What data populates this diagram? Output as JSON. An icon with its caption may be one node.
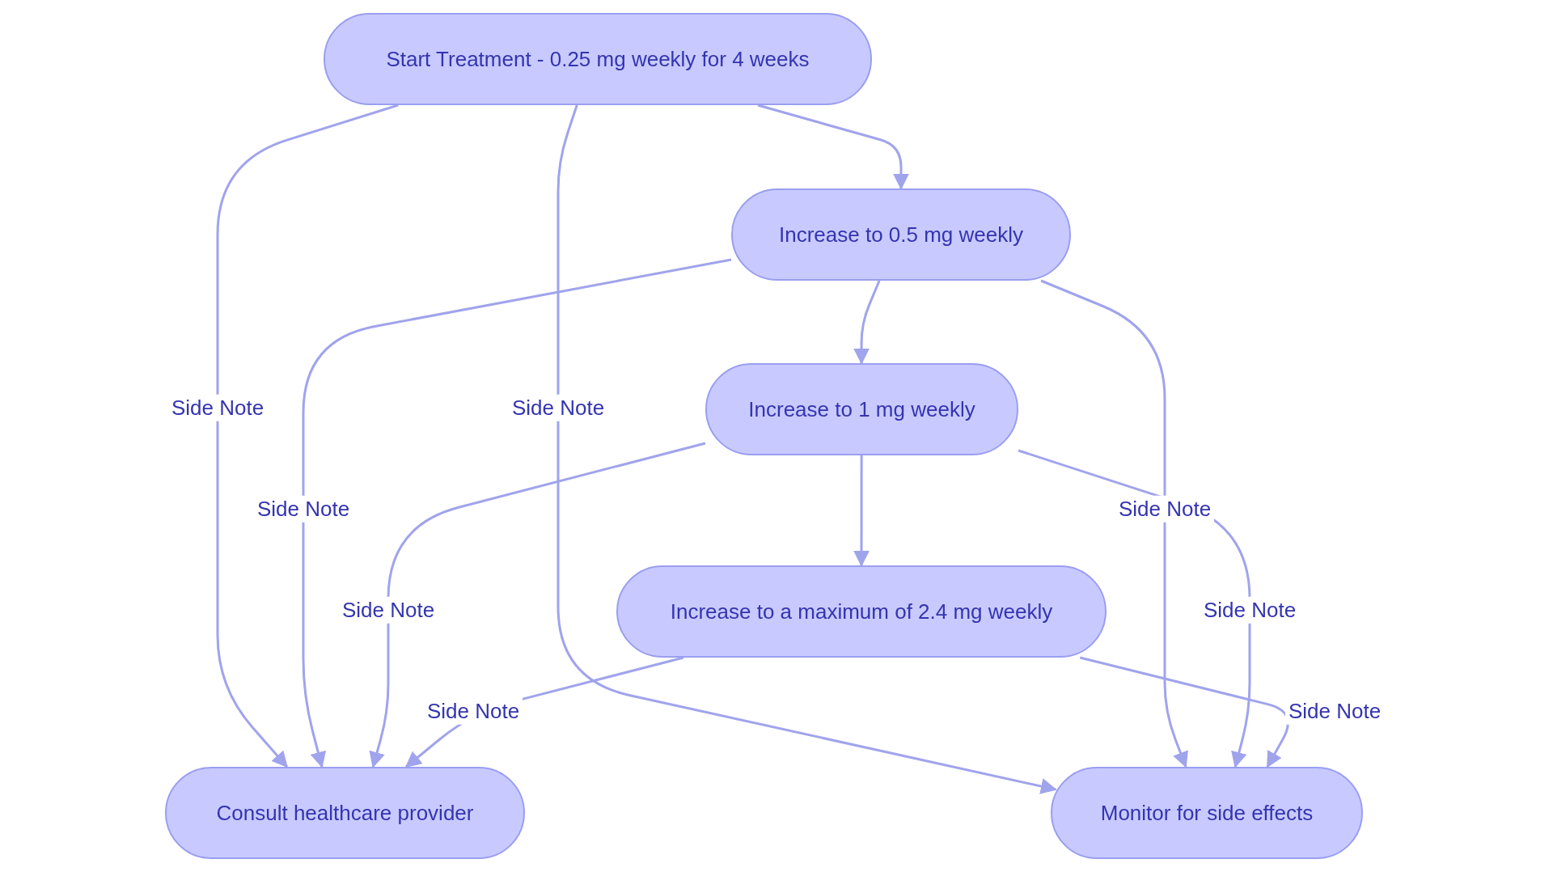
{
  "diagram": {
    "nodes": [
      {
        "text": [
          "Start Treatment - 0.25 mg weekly for 4 weeks"
        ]
      },
      {
        "text": [
          "Increase to 0.5 mg weekly"
        ]
      },
      {
        "text": [
          "Increase to 1 mg weekly"
        ]
      },
      {
        "text": [
          "Increase to a maximum of 2.4 mg weekly"
        ]
      },
      {
        "text": [
          "Consult healthcare provider"
        ]
      },
      {
        "text": [
          "Monitor for side effects"
        ]
      }
    ],
    "edges": [
      {
        "from": 0,
        "to": 1,
        "arrow": "to"
      },
      {
        "from": 0,
        "to": 4,
        "arrow": "to",
        "label": "Side Note"
      },
      {
        "from": 0,
        "to": 5,
        "arrow": "to",
        "label": "Side Note"
      },
      {
        "from": 1,
        "to": 2,
        "arrow": "to"
      },
      {
        "from": 1,
        "to": 4,
        "arrow": "to",
        "label": "Side Note"
      },
      {
        "from": 1,
        "to": 5,
        "arrow": "to",
        "label": "Side Note"
      },
      {
        "from": 2,
        "to": 3,
        "arrow": "to"
      },
      {
        "from": 2,
        "to": 4,
        "arrow": "to",
        "label": "Side Note"
      },
      {
        "from": 2,
        "to": 5,
        "arrow": "to",
        "label": "Side Note"
      },
      {
        "from": 3,
        "to": 4,
        "arrow": "to",
        "label": "Side Note"
      },
      {
        "from": 3,
        "to": 5,
        "arrow": "to",
        "label": "Side Note"
      }
    ]
  }
}
